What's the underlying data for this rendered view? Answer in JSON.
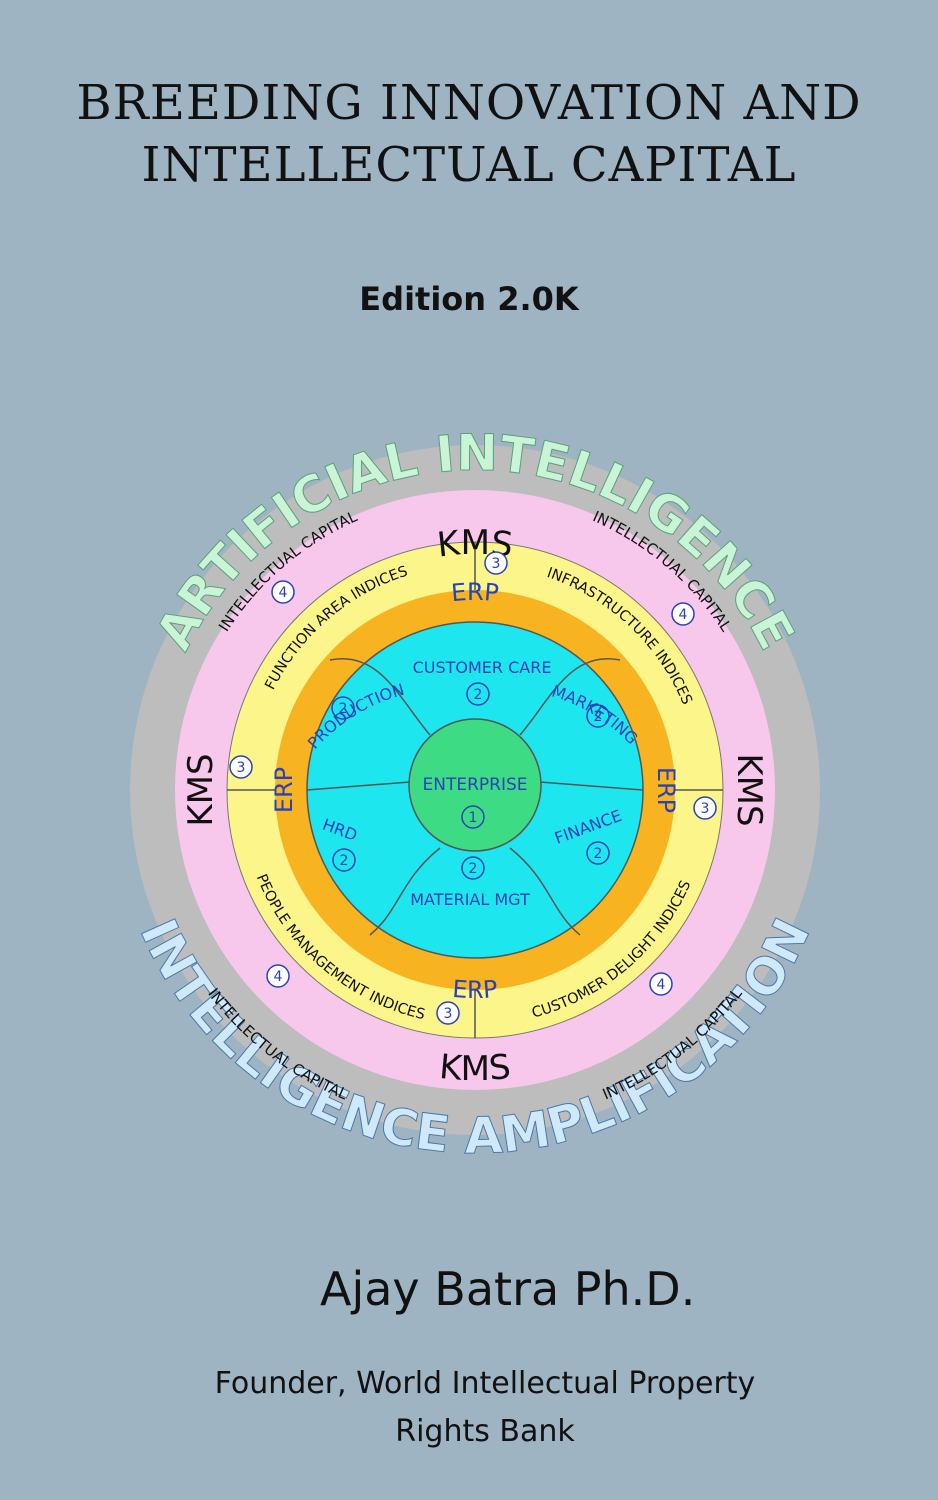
{
  "cover": {
    "title_line1": "BREEDING INNOVATION AND",
    "title_line2": "INTELLECTUAL CAPITAL",
    "edition": "Edition 2.0K",
    "author": "Ajay Batra Ph.D.",
    "author_role_line1": "Founder, World Intellectual Property",
    "author_role_line2": "Rights Bank"
  },
  "diagram": {
    "outer_arc_top": "ARTIFICIAL INTELLIGENCE",
    "outer_arc_bottom": "INTELLIGENCE AMPLIFICATION",
    "grey_ring_label": "INTELLECTUAL CAPITAL",
    "pink_ring_label": "KMS",
    "yellow_ring": {
      "top_left": "FUNCTION AREA INDICES",
      "top_right": "INFRASTRUCTURE INDICES",
      "bottom_right": "CUSTOMER DELIGHT INDICES",
      "bottom_left": "PEOPLE MANAGEMENT INDICES"
    },
    "orange_ring_label": "ERP",
    "cyan_segments": {
      "top": "CUSTOMER CARE",
      "upper_left": "PRODUCTION",
      "upper_right": "MARKETING",
      "lower_left": "HRD",
      "lower_right": "FINANCE",
      "bottom": "MATERIAL MGT"
    },
    "center": "ENTERPRISE",
    "level_center": "1",
    "level_functions": "2",
    "level_indices": "3",
    "level_capital": "4"
  },
  "colors": {
    "background": "#9fb4c3",
    "grey_ring": "#bdbdbd",
    "pink_ring": "#f8c8ec",
    "yellow_ring": "#fcf58a",
    "orange_ring": "#f8b420",
    "cyan_disc": "#1ee6ee",
    "green_center": "#3ddc84",
    "arc_top_text": "#c9f5d6",
    "arc_bottom_text": "#cfe9fb",
    "inner_text_blue": "#2a42b8"
  }
}
